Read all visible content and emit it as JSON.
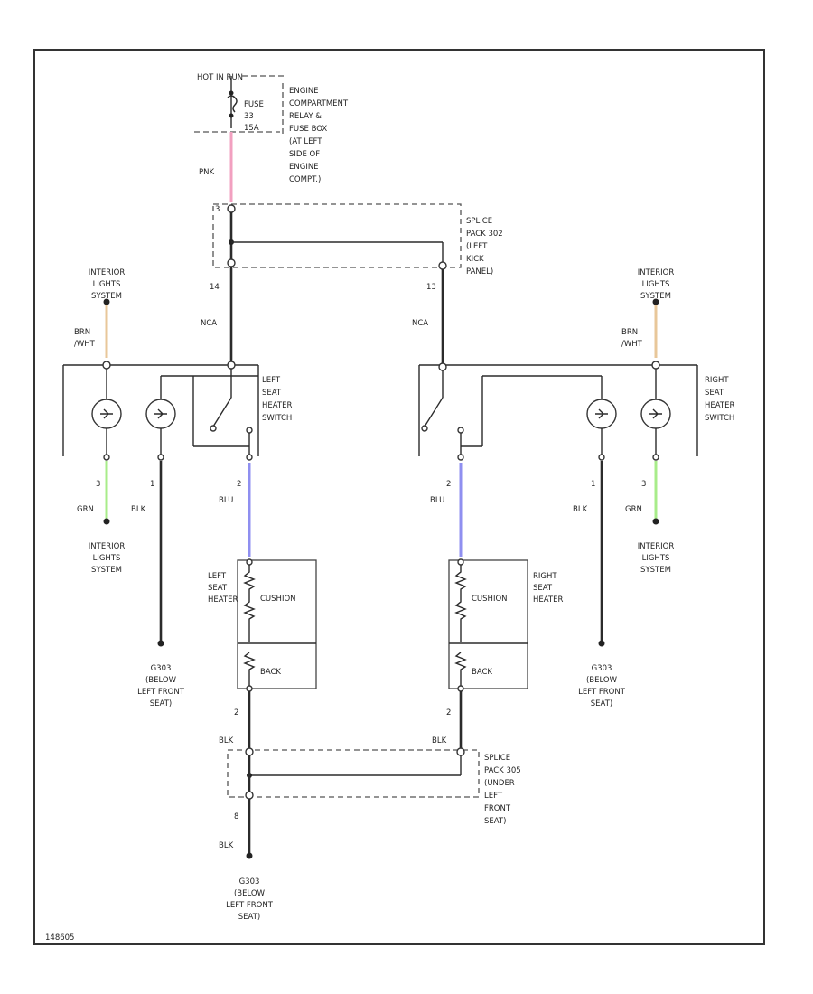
{
  "colors": {
    "pink": "#f2a0c0",
    "tan": "#e8c79a",
    "green": "#a8ec8a",
    "blue": "#8f8ff0",
    "ink": "#2b2b2b"
  },
  "power": {
    "source_label": "HOT IN RUN",
    "fuse_label": [
      "FUSE",
      "33",
      "15A"
    ],
    "fuse_box_label": [
      "ENGINE",
      "COMPARTMENT",
      "RELAY &",
      "FUSE BOX",
      "(AT LEFT",
      "SIDE OF",
      "ENGINE",
      "COMPT.)"
    ],
    "wire_color": "PNK"
  },
  "top_splice": {
    "pin_in": "3",
    "label": [
      "SPLICE",
      "PACK 302",
      "(LEFT",
      "KICK",
      "PANEL)"
    ],
    "pin_left": "14",
    "pin_right": "13"
  },
  "left": {
    "feed_wire": "NCA",
    "interior_top_label": [
      "INTERIOR",
      "LIGHTS",
      "SYSTEM"
    ],
    "brn_wire": [
      "BRN",
      "/WHT"
    ],
    "switch_label": [
      "LEFT",
      "SEAT",
      "HEATER",
      "SWITCH"
    ],
    "pin_grn": "3",
    "pin_blk": "1",
    "pin_blu": "2",
    "grn_wire": "GRN",
    "blk_wire": "BLK",
    "blu_wire": "BLU",
    "interior_bottom_label": [
      "INTERIOR",
      "LIGHTS",
      "SYSTEM"
    ],
    "ground_label": [
      "G303",
      "(BELOW",
      "LEFT FRONT",
      "SEAT)"
    ],
    "heater_label": [
      "LEFT",
      "SEAT",
      "HEATER"
    ],
    "cushion": "CUSHION",
    "back": "BACK",
    "pin_out": "2",
    "out_wire": "BLK"
  },
  "right": {
    "feed_wire": "NCA",
    "interior_top_label": [
      "INTERIOR",
      "LIGHTS",
      "SYSTEM"
    ],
    "brn_wire": [
      "BRN",
      "/WHT"
    ],
    "switch_label": [
      "RIGHT",
      "SEAT",
      "HEATER",
      "SWITCH"
    ],
    "pin_grn": "3",
    "pin_blk": "1",
    "pin_blu": "2",
    "grn_wire": "GRN",
    "blk_wire": "BLK",
    "blu_wire": "BLU",
    "interior_bottom_label": [
      "INTERIOR",
      "LIGHTS",
      "SYSTEM"
    ],
    "ground_label": [
      "G303",
      "(BELOW",
      "LEFT FRONT",
      "SEAT)"
    ],
    "heater_label": [
      "RIGHT",
      "SEAT",
      "HEATER"
    ],
    "cushion": "CUSHION",
    "back": "BACK",
    "pin_out": "2",
    "out_wire": "BLK"
  },
  "bottom_splice": {
    "label": [
      "SPLICE",
      "PACK 305",
      "(UNDER",
      "LEFT",
      "FRONT",
      "SEAT)"
    ],
    "pin_out": "8",
    "out_wire": "BLK",
    "ground_label": [
      "G303",
      "(BELOW",
      "LEFT FRONT",
      "SEAT)"
    ]
  },
  "footer_code": "148605"
}
